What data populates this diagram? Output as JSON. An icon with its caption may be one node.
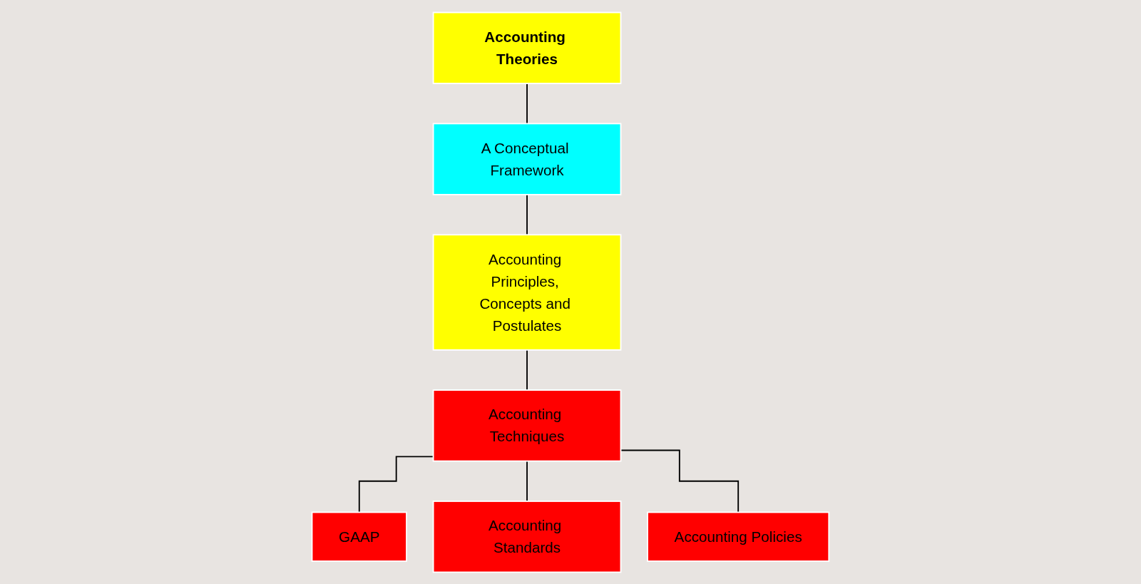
{
  "diagram": {
    "nodes": [
      {
        "text": [
          "Accounting Theories"
        ]
      },
      {
        "text": [
          "A Conceptual Framework"
        ]
      },
      {
        "text": [
          "Accounting Principles, Concepts and Postulates"
        ]
      },
      {
        "text": [
          "Accounting Techniques"
        ]
      },
      {
        "text": [
          "GAAP"
        ]
      },
      {
        "text": [
          "Accounting Standards"
        ]
      },
      {
        "text": [
          "Accounting Policies"
        ]
      }
    ],
    "edges": [
      {
        "from": 0,
        "to": 1,
        "arrow": "none"
      },
      {
        "from": 1,
        "to": 2,
        "arrow": "none"
      },
      {
        "from": 2,
        "to": 3,
        "arrow": "none"
      },
      {
        "from": 3,
        "to": 4,
        "arrow": "none"
      },
      {
        "from": 3,
        "to": 5,
        "arrow": "none"
      },
      {
        "from": 3,
        "to": 6,
        "arrow": "none"
      }
    ]
  }
}
